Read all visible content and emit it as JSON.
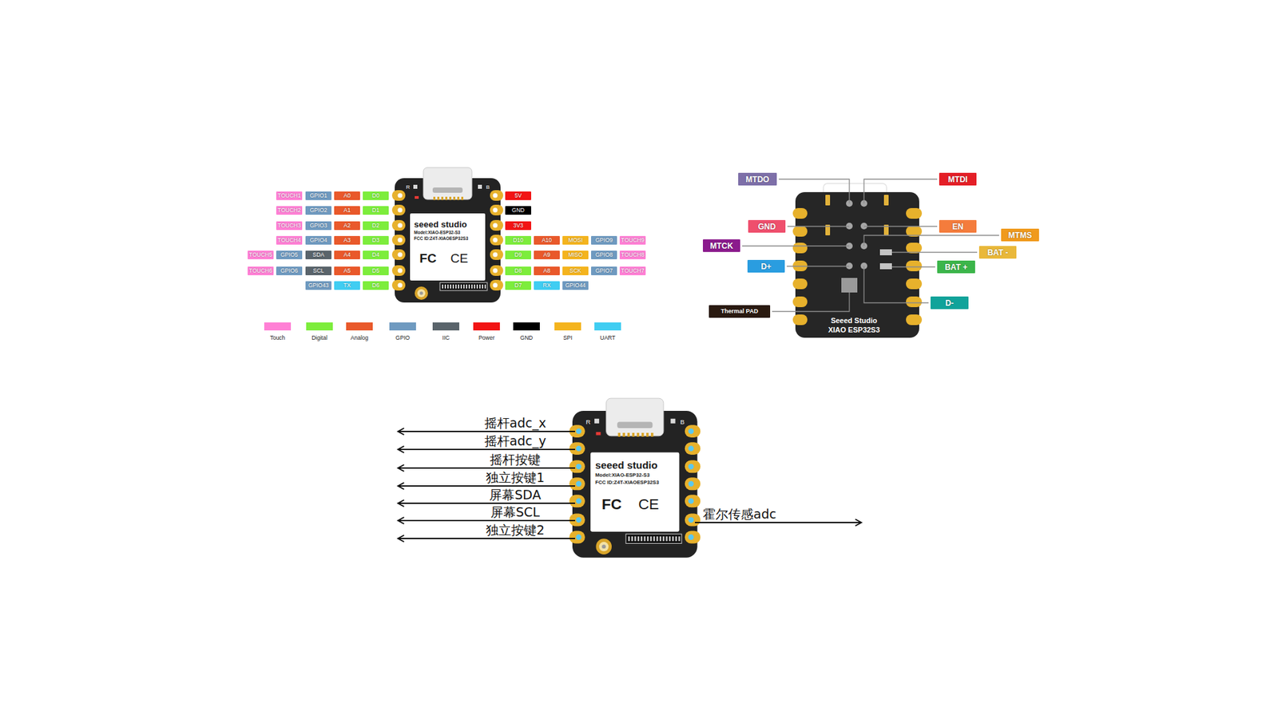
{
  "diagram": {
    "nodes": [
      {
        "text": [
          "R",
          "B",
          "seeed studio",
          "Model:XIAO-ESP32-S3",
          "FCC ID:Z4T-XIAOESP32S3",
          "FC",
          "CE"
        ]
      },
      {
        "text": [
          "TOUCH1"
        ]
      },
      {
        "text": [
          "GPIO1"
        ]
      },
      {
        "text": [
          "A0"
        ]
      },
      {
        "text": [
          "D0"
        ]
      },
      {
        "text": [
          "5V"
        ]
      },
      {
        "text": [
          "TOUCH2"
        ]
      },
      {
        "text": [
          "GPIO2"
        ]
      },
      {
        "text": [
          "A1"
        ]
      },
      {
        "text": [
          "D1"
        ]
      },
      {
        "text": [
          "GND"
        ]
      },
      {
        "text": [
          "TOUCH3"
        ]
      },
      {
        "text": [
          "GPIO3"
        ]
      },
      {
        "text": [
          "A2"
        ]
      },
      {
        "text": [
          "D2"
        ]
      },
      {
        "text": [
          "3V3"
        ]
      },
      {
        "text": [
          "TOUCH4"
        ]
      },
      {
        "text": [
          "GPIO4"
        ]
      },
      {
        "text": [
          "A3"
        ]
      },
      {
        "text": [
          "D3"
        ]
      },
      {
        "text": [
          "D10"
        ]
      },
      {
        "text": [
          "A10"
        ]
      },
      {
        "text": [
          "MOSI"
        ]
      },
      {
        "text": [
          "GPIO9"
        ]
      },
      {
        "text": [
          "TOUCH9"
        ]
      },
      {
        "text": [
          "TOUCH5"
        ]
      },
      {
        "text": [
          "GPIO5"
        ]
      },
      {
        "text": [
          "SDA"
        ]
      },
      {
        "text": [
          "A4"
        ]
      },
      {
        "text": [
          "D4"
        ]
      },
      {
        "text": [
          "D9"
        ]
      },
      {
        "text": [
          "A9"
        ]
      },
      {
        "text": [
          "MISO"
        ]
      },
      {
        "text": [
          "GPIO8"
        ]
      },
      {
        "text": [
          "TOUCH8"
        ]
      },
      {
        "text": [
          "TOUCH6"
        ]
      },
      {
        "text": [
          "GPIO6"
        ]
      },
      {
        "text": [
          "SCL"
        ]
      },
      {
        "text": [
          "A5"
        ]
      },
      {
        "text": [
          "D5"
        ]
      },
      {
        "text": [
          "D8"
        ]
      },
      {
        "text": [
          "A8"
        ]
      },
      {
        "text": [
          "SCK"
        ]
      },
      {
        "text": [
          "GPIO7"
        ]
      },
      {
        "text": [
          "TOUCH7"
        ]
      },
      {
        "text": [
          "GPIO43"
        ]
      },
      {
        "text": [
          "TX"
        ]
      },
      {
        "text": [
          "D6"
        ]
      },
      {
        "text": [
          "D7"
        ]
      },
      {
        "text": [
          "RX"
        ]
      },
      {
        "text": [
          "GPIO44"
        ]
      },
      {
        "text": [
          "MTDO"
        ]
      },
      {
        "text": [
          "MTDI"
        ]
      },
      {
        "text": [
          "GND"
        ]
      },
      {
        "text": [
          "EN"
        ]
      },
      {
        "text": [
          "MTMS"
        ]
      },
      {
        "text": [
          "MTCK"
        ]
      },
      {
        "text": [
          "BAT -"
        ]
      },
      {
        "text": [
          "D+"
        ]
      },
      {
        "text": [
          "BAT +"
        ]
      },
      {
        "text": [
          "D-"
        ]
      },
      {
        "text": [
          "Thermal PAD"
        ]
      },
      {
        "text": [
          "Seeed Studio",
          "XIAO ESP32S3"
        ]
      },
      {
        "text": [
          "R",
          "B",
          "seeed studio",
          "Model:XIAO-ESP32-S3",
          "FCC ID:Z4T-XIAOESP32S3",
          "FC",
          "CE"
        ]
      }
    ],
    "labels": [
      "摇杆adc_x",
      "摇杆adc_y",
      "摇杆按键",
      "独立按键1",
      "屏幕SDA",
      "屏幕SCL",
      "霍尔传感adc",
      "独立按键2"
    ],
    "legend": [
      {
        "text": "Touch",
        "color": "#ff80d5"
      },
      {
        "text": "Digital",
        "color": "#7ded3c"
      },
      {
        "text": "Analog",
        "color": "#e9592b"
      },
      {
        "text": "GPIO",
        "color": "#6f9ac0"
      },
      {
        "text": "IIC",
        "color": "#5a646b"
      },
      {
        "text": "Power",
        "color": "#f21414"
      },
      {
        "text": "GND",
        "color": "#000000"
      },
      {
        "text": "SPI",
        "color": "#f4b41e"
      },
      {
        "text": "UART",
        "color": "#40cdf2"
      }
    ]
  }
}
